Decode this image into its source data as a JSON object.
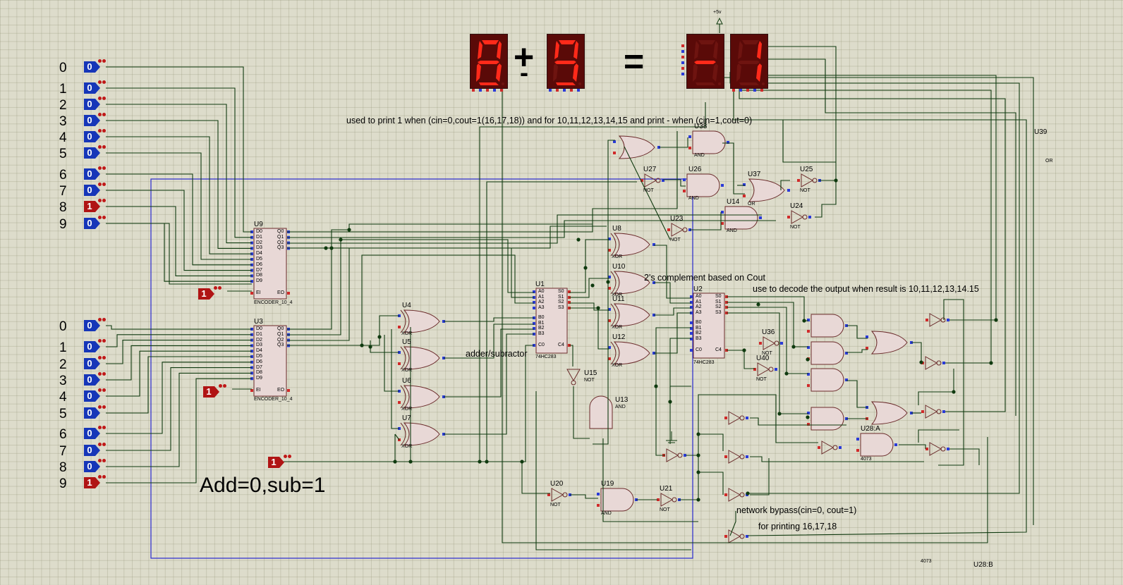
{
  "sheet": {
    "background": "#dddccb",
    "wire_color": "#0f3a0f",
    "box_color": "#2a2ad0"
  },
  "input_a": {
    "index_labels": [
      "0",
      "1",
      "2",
      "3",
      "4",
      "5",
      "6",
      "7",
      "8",
      "9"
    ],
    "switch_values": [
      "0",
      "0",
      "0",
      "0",
      "0",
      "0",
      "0",
      "0",
      "1",
      "0"
    ]
  },
  "input_b": {
    "index_labels": [
      "0",
      "1",
      "2",
      "3",
      "4",
      "5",
      "6",
      "7",
      "8",
      "9"
    ],
    "switch_values": [
      "0",
      "0",
      "0",
      "0",
      "0",
      "0",
      "0",
      "0",
      "0",
      "1"
    ]
  },
  "mode_switch": "1",
  "enable_switch_top": "1",
  "enable_switch_bottom": "1",
  "encoders": [
    {
      "ref": "U9",
      "part": "ENCODER_10_4",
      "left_pins": [
        "D0",
        "D1",
        "D2",
        "D3",
        "D4",
        "D5",
        "D6",
        "D7",
        "D8",
        "D9"
      ],
      "right_pins": [
        "Q0",
        "Q1",
        "Q2",
        "Q3"
      ],
      "ei": "EI",
      "eo": "EO"
    },
    {
      "ref": "U3",
      "part": "ENCODER_10_4",
      "left_pins": [
        "D0",
        "D1",
        "D2",
        "D3",
        "D4",
        "D5",
        "D6",
        "D7",
        "D8",
        "D9"
      ],
      "right_pins": [
        "Q0",
        "Q1",
        "Q2",
        "Q3"
      ],
      "ei": "EI",
      "eo": "EO"
    }
  ],
  "adders": [
    {
      "ref": "U1",
      "part": "74HC283",
      "pins": [
        "A0",
        "A1",
        "A2",
        "A3",
        "B0",
        "B1",
        "B2",
        "B3",
        "C0",
        "S0",
        "S1",
        "S2",
        "S3",
        "C4"
      ]
    },
    {
      "ref": "U2",
      "part": "74HC283",
      "pins": [
        "A0",
        "A1",
        "A2",
        "A3",
        "B0",
        "B1",
        "B2",
        "B3",
        "C0",
        "S0",
        "S1",
        "S2",
        "S3",
        "C4"
      ]
    }
  ],
  "gate_refs": {
    "xor": [
      [
        "U4",
        "XOR"
      ],
      [
        "U5",
        "XOR"
      ],
      [
        "U6",
        "XOR"
      ],
      [
        "U7",
        "XOR"
      ],
      [
        "U8",
        "XOR"
      ],
      [
        "U10",
        "XOR"
      ],
      [
        "U11",
        "XOR"
      ],
      [
        "U12",
        "XOR"
      ]
    ],
    "and": [
      [
        "U38",
        "AND"
      ],
      [
        "U26",
        "AND"
      ],
      [
        "U14",
        "AND"
      ],
      [
        "U13",
        "AND"
      ],
      [
        "U19",
        "AND"
      ]
    ],
    "or": [
      [
        "U37",
        "OR"
      ]
    ],
    "not": [
      [
        "U27",
        "NOT"
      ],
      [
        "U25",
        "NOT"
      ],
      [
        "U24",
        "NOT"
      ],
      [
        "U23",
        "NOT"
      ],
      [
        "U15",
        "NOT"
      ],
      [
        "U36",
        "NOT"
      ],
      [
        "U40",
        "NOT"
      ],
      [
        "U20",
        "NOT"
      ],
      [
        "U21",
        "NOT"
      ]
    ],
    "misc": [
      "U28:A",
      "4073",
      "U39",
      "OR",
      "4073",
      "U28:B",
      "+5v"
    ]
  },
  "display": {
    "operand_a": "8",
    "operator_plus": "+",
    "operator_minus": "-",
    "operand_b": "9",
    "equals": "=",
    "result_sign": "-",
    "result_digit": "1",
    "segment_on_color": "#ff2a1a",
    "segment_off_color": "#6e1410"
  },
  "notes": {
    "top_note": "used to print 1 when (cin=0,cout=1(16,17,18)) and for 10,11,12,13,14,15 and print - when (cin=1,cout=0)",
    "complement": "2's complement based on Cout",
    "decode": "use to decode the output when result is 10,11,12,13,14.15",
    "adder": "adder/subractor",
    "mode": "Add=0,sub=1",
    "bypass": "network bypass(cin=0, cout=1)",
    "printing": "for printing 16,17,18"
  }
}
